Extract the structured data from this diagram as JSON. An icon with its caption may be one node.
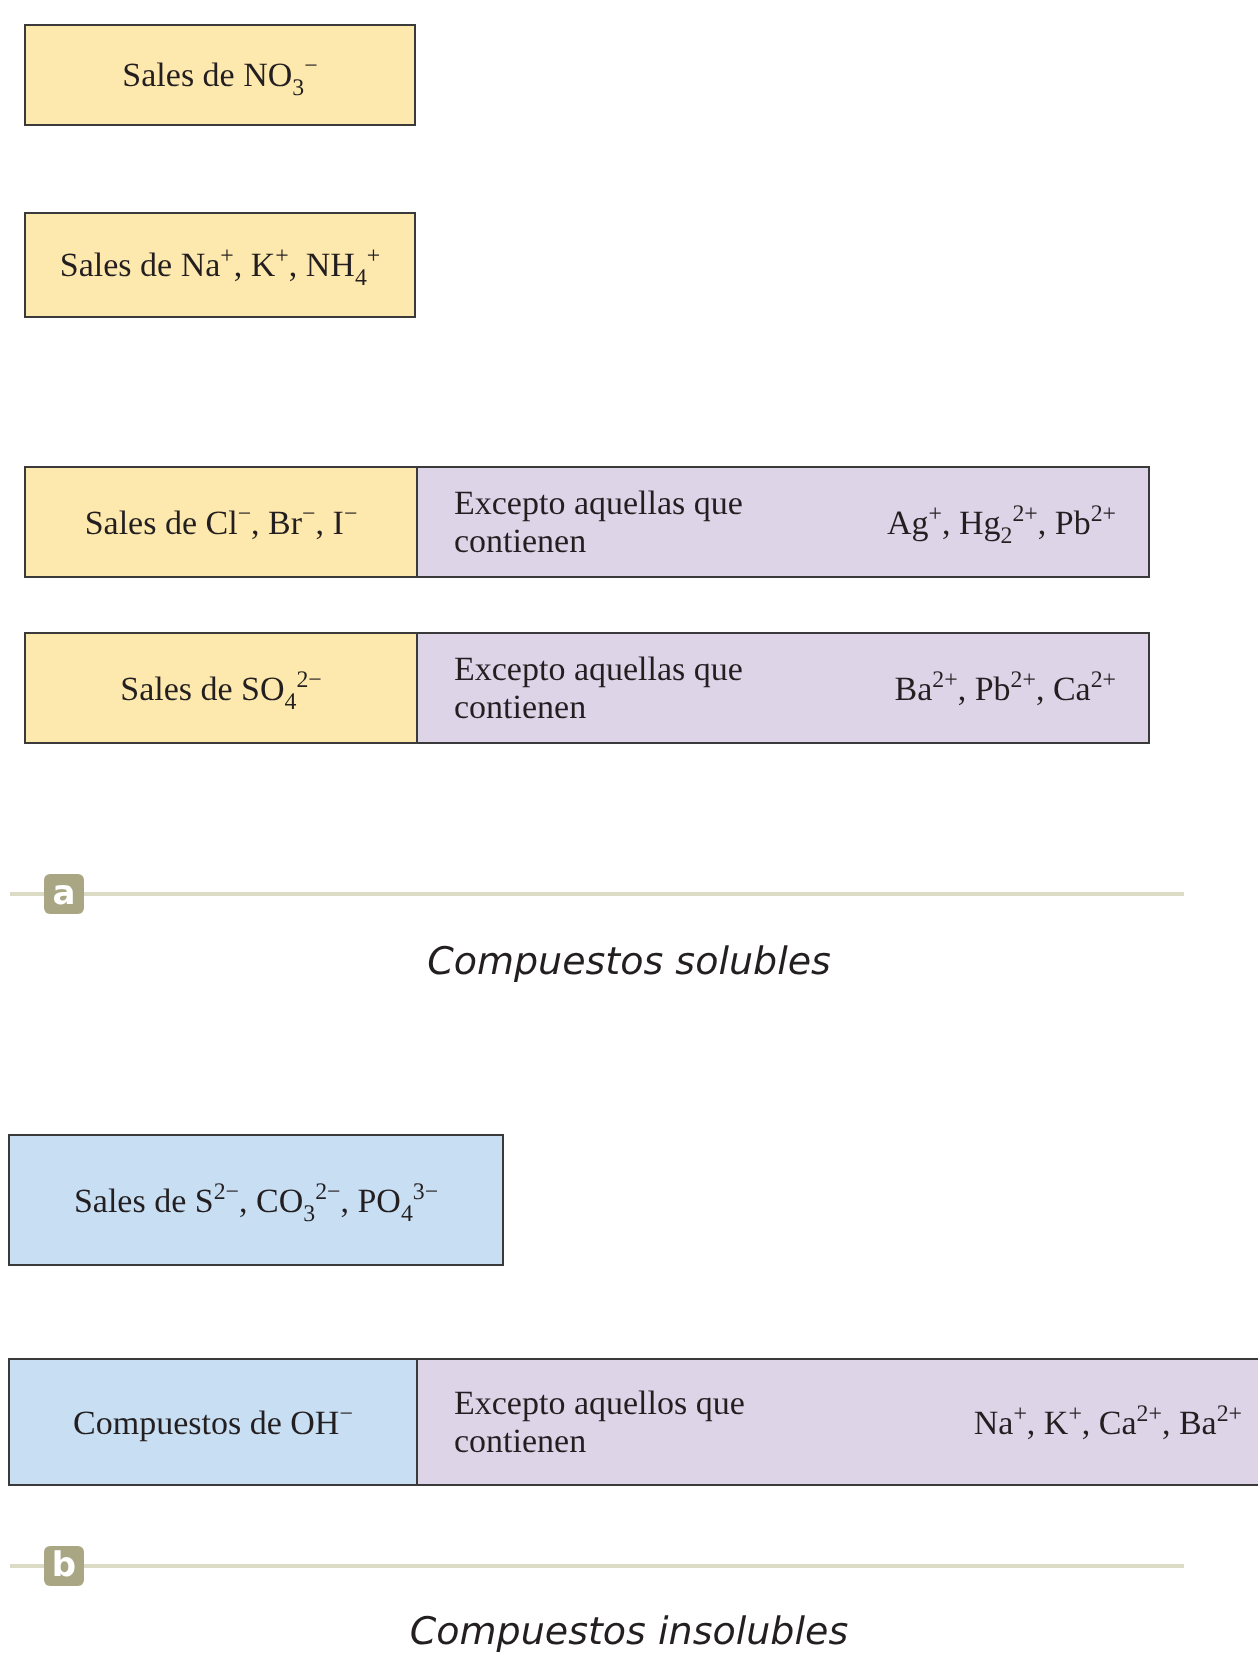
{
  "diagram": {
    "nodes": [
      {
        "text": [
          "Sales de NO$_{3}$$^{−}$"
        ]
      },
      {
        "text": [
          "Sales de Na$^{+}$, K$^{+}$, NH$_{4}$$^{+}$"
        ]
      },
      {
        "text": [
          "Sales de Cl$^{−}$, Br$^{−}$, I$^{−}$"
        ]
      },
      {
        "text": [
          "Excepto aquellas que contienen",
          "Ag$^{+}$, Hg$_{2}$$^{2+}$, Pb$^{2+}$"
        ]
      },
      {
        "text": [
          "Sales de SO$_{4}$$^{2−}$"
        ]
      },
      {
        "text": [
          "Excepto aquellas que contienen",
          "Ba$^{2+}$, Pb$^{2+}$, Ca$^{2+}$"
        ]
      },
      {
        "text": [
          "Sales de S$^{2−}$, CO$_{3}$$^{2−}$, PO$_{4}$$^{3−}$"
        ]
      },
      {
        "text": [
          "Compuestos de OH$^{−}$"
        ]
      },
      {
        "text": [
          "Excepto aquellos que contienen",
          "Na$^{+}$, K$^{+}$, Ca$^{2+}$, Ba$^{2+}$"
        ]
      }
    ],
    "edges": [],
    "labels": [
      "a",
      "Compuestos solubles",
      "b",
      "Compuestos insolubles"
    ]
  }
}
